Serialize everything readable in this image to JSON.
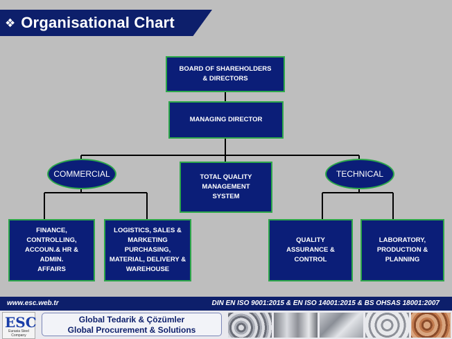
{
  "header": {
    "title": "Organisational Chart",
    "bullet_icon": "diamond-bullet-icon"
  },
  "chart": {
    "board": "BOARD OF SHAREHOLDERS\n& DIRECTORS",
    "managing_director": "MANAGING DIRECTOR",
    "commercial": "COMMERCIAL",
    "total_quality": "TOTAL QUALITY\nMANAGEMENT\nSYSTEM",
    "technical": "TECHNICAL",
    "finance": "FINANCE,\nCONTROLLING,\nACCOUN.& HR &\nADMIN.\nAFFAIRS",
    "logistics": "LOGISTICS, SALES &\nMARKETING\nPURCHASING,\nMATERIAL, DELIVERY &\nWAREHOUSE",
    "quality_assurance": "QUALITY\nASSURANCE &\nCONTROL",
    "laboratory": "LABORATORY,\nPRODUCTION &\nPLANNING"
  },
  "footer": {
    "url": "www.esc.web.tr",
    "certifications": "DIN EN ISO 9001:2015 & EN ISO 14001:2015 & BS OHSAS 18001:2007",
    "logo_text": "ESC",
    "logo_sub": "Eurasia Steel Company",
    "slogan_line1": "Global Tedarik &  Çözümler",
    "slogan_line2": "Global Procurement & Solutions"
  },
  "colors": {
    "navy": "#0b1e78",
    "border_green": "#2ea84a",
    "background": "#bebebe"
  }
}
